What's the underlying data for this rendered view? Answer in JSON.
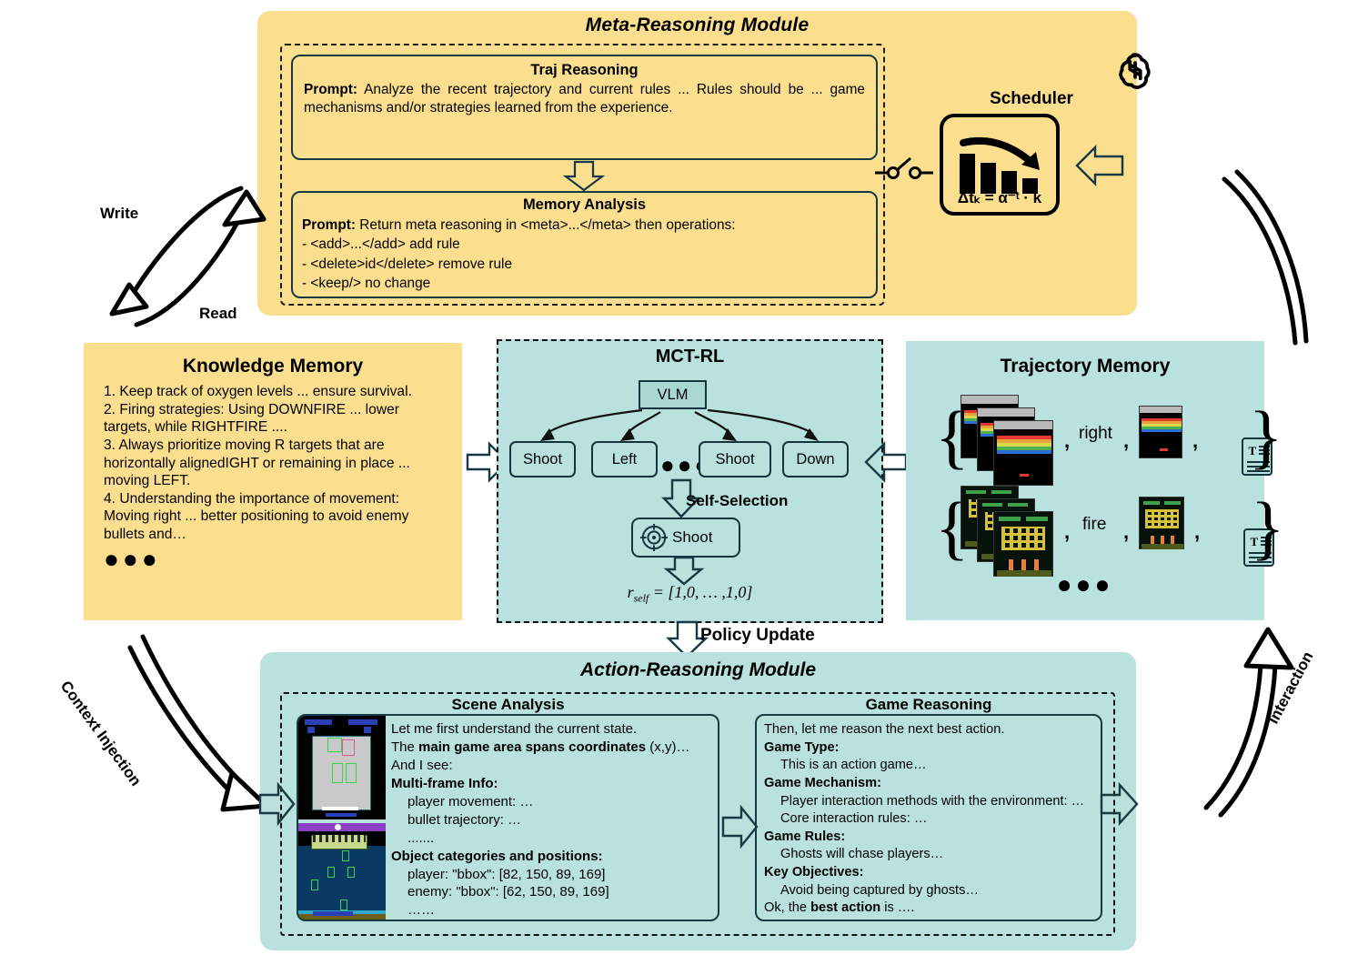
{
  "meta_module": {
    "title": "Meta-Reasoning Module",
    "traj": {
      "heading": "Traj Reasoning",
      "prompt_label": "Prompt:",
      "prompt_text": "Analyze the recent trajectory and current rules ... Rules should be ... game mechanisms and/or strategies learned from the experience."
    },
    "memory": {
      "heading": "Memory Analysis",
      "prompt_label": "Prompt:",
      "prompt_text": "Return meta reasoning in <meta>...</meta> then operations:",
      "ops": [
        "- <add>...</add>  add rule",
        "- <delete>id</delete>  remove rule",
        "- <keep/>  no change"
      ]
    },
    "logo": "openai-logo"
  },
  "scheduler": {
    "label": "Scheduler",
    "formula": "Δtₖ = α⁻ᵗ · k",
    "bars": [
      62,
      50,
      38,
      28
    ]
  },
  "knowledge_memory": {
    "title": "Knowledge Memory",
    "items": [
      "1. Keep track of oxygen levels ... ensure survival.",
      "2. Firing strategies: Using DOWNFIRE ... lower targets, while RIGHTFIRE ....",
      "3. Always prioritize moving R targets that are horizontally alignedIGHT or remaining in place ... moving LEFT.",
      "4. Understanding the importance of movement: Moving right ... better positioning to avoid enemy bullets and…"
    ],
    "ellipsis": "●●●"
  },
  "mct_rl": {
    "title": "MCT-RL",
    "vlm": "VLM",
    "actions": [
      "Shoot",
      "Left",
      "Shoot",
      "Down"
    ],
    "action_ellipsis": "●●●",
    "self_selection_label": "Self-Selection",
    "selected_action": "Shoot",
    "reward": "r_self = [1,0, ... ,1,0]",
    "reward_sub": "self",
    "reward_body": " = [1,0, … ,1,0]"
  },
  "trajectory_memory": {
    "title": "Trajectory Memory",
    "rows": [
      {
        "action": "right",
        "comma": ","
      },
      {
        "action": "fire",
        "comma": ","
      }
    ],
    "ellipsis": "●●●",
    "doc_icon": "text-document-icon"
  },
  "action_module": {
    "title": "Action-Reasoning Module",
    "scene_analysis": {
      "heading": "Scene Analysis",
      "lines": [
        {
          "text": "Let me first understand the current state.",
          "style": "plain"
        },
        {
          "text": "The main game area spans coordinates (x,y)…",
          "style": "mixed"
        },
        {
          "text": "And I see:",
          "style": "plain"
        },
        {
          "text": "Multi-frame Info:",
          "style": "bold"
        },
        {
          "text": "player movement: …",
          "style": "indent"
        },
        {
          "text": "bullet trajectory: …",
          "style": "indent"
        },
        {
          "text": ".......",
          "style": "indent"
        },
        {
          "text": "Object categories and positions:",
          "style": "bold"
        },
        {
          "text": "player: \"bbox\": [82, 150, 89, 169]",
          "style": "indent"
        },
        {
          "text": "enemy:  \"bbox\": [62, 150, 89, 169]",
          "style": "indent"
        },
        {
          "text": "……",
          "style": "indent"
        }
      ],
      "bold_fragment": "main game area spans coordinates"
    },
    "game_reasoning": {
      "heading": "Game Reasoning",
      "lines": [
        {
          "text": "Then, let me reason the next best action.",
          "style": "plain"
        },
        {
          "text": "Game Type:",
          "style": "bold"
        },
        {
          "text": "This is an action game…",
          "style": "indent"
        },
        {
          "text": "Game Mechanism:",
          "style": "bold"
        },
        {
          "text": "Player interaction methods with the environment: …",
          "style": "indent"
        },
        {
          "text": "Core interaction rules: …",
          "style": "indent"
        },
        {
          "text": "Game Rules:",
          "style": "bold"
        },
        {
          "text": "Ghosts will chase players…",
          "style": "indent"
        },
        {
          "text": "Key Objectives:",
          "style": "bold"
        },
        {
          "text": "Avoid being captured by ghosts…",
          "style": "indent"
        },
        {
          "text": "Ok, the best action is ….",
          "style": "mixed"
        }
      ]
    }
  },
  "flow_labels": {
    "write": "Write",
    "read": "Read",
    "context_injection": "Context Injection",
    "interaction": "Interaction",
    "policy_update": "Policy Update"
  },
  "colors": {
    "yellow": "#fbdf8e",
    "teal": "#b9e1dd",
    "node_teal": "#a9d8d3",
    "outline": "#153a44",
    "black": "#000000"
  }
}
